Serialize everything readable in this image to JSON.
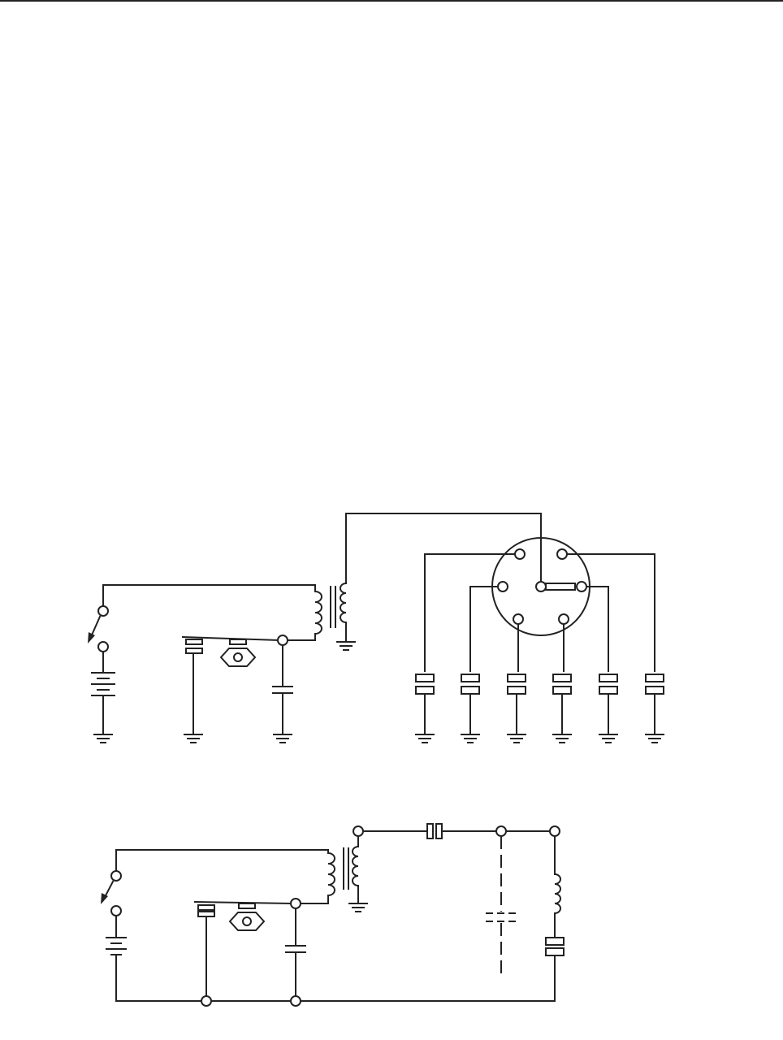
{
  "figure": {
    "top_diagram": {
      "components": [
        "battery",
        "ignition-switch",
        "contact-breaker-points",
        "breaker-cam",
        "condenser",
        "ignition-coil",
        "distributor-cap",
        "spark-plug"
      ],
      "spark_plug_count": 6
    },
    "bottom_diagram": {
      "components": [
        "battery",
        "ignition-switch",
        "contact-breaker-points",
        "breaker-cam",
        "condenser",
        "ignition-coil",
        "spark-gap",
        "coil-winding",
        "stray-capacitance"
      ]
    },
    "colors": {
      "ink": "#222222",
      "paper": "#ffffff"
    }
  }
}
